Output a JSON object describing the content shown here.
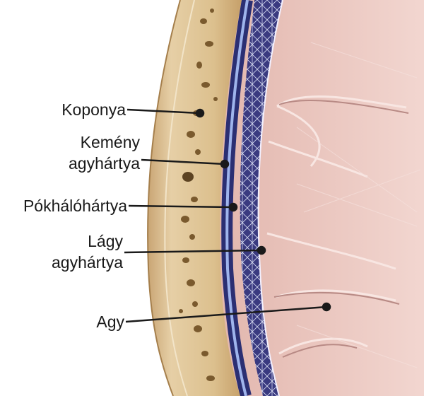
{
  "labels": {
    "koponya": "Koponya",
    "kemeny_line1": "Kemény",
    "kemeny_line2": "agyhártya",
    "pokhalo": "Pókhálóhártya",
    "lagy_line1": "Lágy",
    "lagy_line2": "agyhártya",
    "agy": "Agy"
  },
  "colors": {
    "skull": "#dcc194",
    "dura": "#2b2f73",
    "arachnoid": "#3f3f86",
    "brain": "#ecc8c2",
    "leader": "#1a1a1a"
  }
}
